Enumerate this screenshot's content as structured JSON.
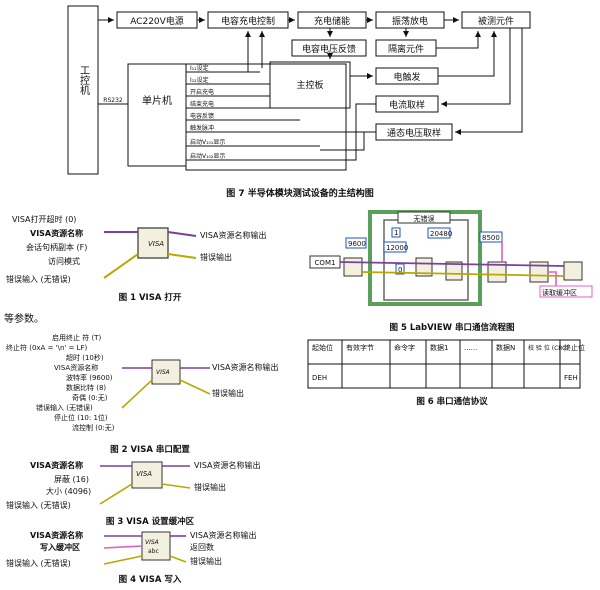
{
  "fig7": {
    "pc": "工控机",
    "mcu": "单片机",
    "rs232": "RS232",
    "ac": "AC220V电源",
    "cap_ctrl": "电容充电控制",
    "charge_store": "充电储能",
    "osc": "振荡放电",
    "dut": "被测元件",
    "cap_fb": "电容电压反馈",
    "iso": "隔离元件",
    "trigger": "电触发",
    "mainboard": "主控板",
    "current_sample": "电流取样",
    "state_sample": "通态电压取样",
    "signals": [
      "I₁₁设定",
      "I₁₂设定",
      "开启充电",
      "结束充电",
      "电容反馈",
      "触发脉冲",
      "启动V₁₀₁显示",
      "启动V₁₀₂显示"
    ],
    "caption": "图 7 半导体模块测试设备的主结构图"
  },
  "fig1": {
    "inputs": [
      "VISA打开超时 (0)",
      "VISA资源名称",
      "会话句柄副本 (F)",
      "访问模式",
      "错误输入 (无错误)"
    ],
    "outputs": [
      "VISA资源名称输出",
      "错误输出"
    ],
    "caption": "图 1 VISA 打开"
  },
  "para": "等参数。",
  "fig2": {
    "inputs": [
      "启用终止 符 (T)",
      "终止符 (0xA = '\\n' = LF)",
      "超时 (10秒)",
      "VISA资源名称",
      "波特率 (9600)",
      "数据比特 (8)",
      "奇偶 (0:无)",
      "错误输入 (无错误)",
      "停止位 (10: 1位)",
      "流控制 (0:无)"
    ],
    "outputs": [
      "VISA资源名称输出",
      "错误输出"
    ],
    "caption": "图 2 VISA 串口配置"
  },
  "fig3": {
    "inputs": [
      "VISA资源名称",
      "屏蔽 (16)",
      "大小 (4096)",
      "错误输入 (无错误)"
    ],
    "outputs": [
      "VISA资源名称输出",
      "错误输出"
    ],
    "caption": "图 3 VISA 设置缓冲区"
  },
  "fig4": {
    "inputs": [
      "VISA资源名称",
      "写入缓冲区",
      "错误输入 (无错误)"
    ],
    "outputs": [
      "VISA资源名称输出",
      "返回数",
      "错误输出"
    ],
    "caption": "图 4 VISA 写入"
  },
  "fig5": {
    "case_label": "无错误",
    "com": "COM1",
    "consts": [
      "9600",
      "12000",
      "20480",
      "1",
      "0",
      "8500"
    ],
    "read_label": "读取缓冲区",
    "caption": "图 5 LabVIEW 串口通信流程图"
  },
  "fig6": {
    "headers": [
      "起始位",
      "有效字节",
      "命令字",
      "数据1",
      "......",
      "数据N",
      "校 验 位 (CRC)",
      "终止位"
    ],
    "row": [
      "DEH",
      "",
      "",
      "",
      "",
      "",
      "",
      "FEH"
    ],
    "caption": "图 6 串口通信协议"
  }
}
